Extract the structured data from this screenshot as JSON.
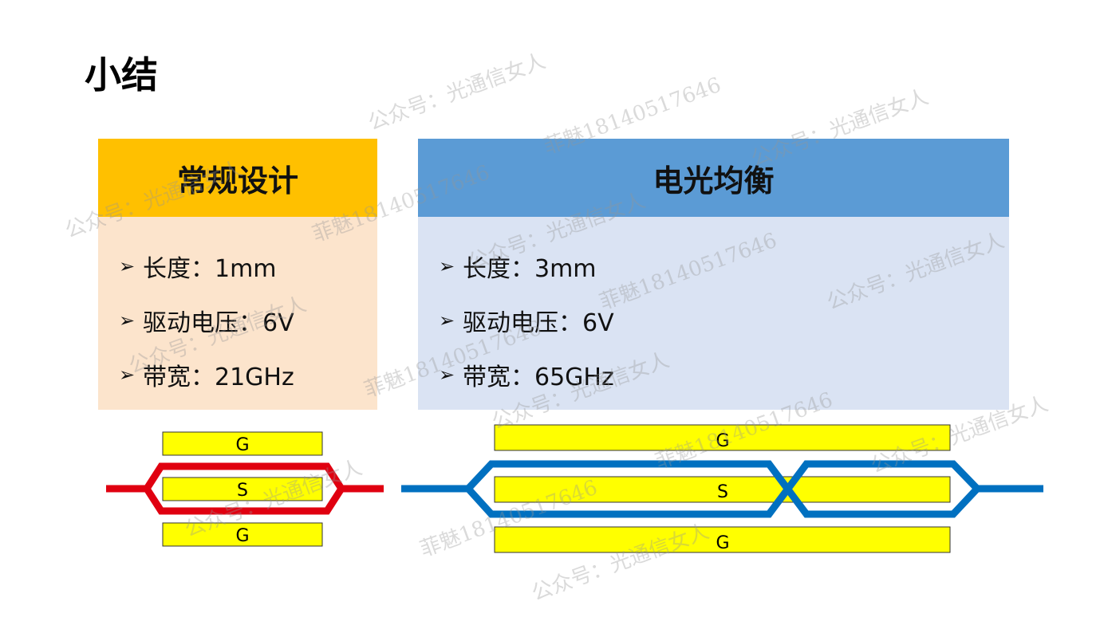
{
  "title": "小结",
  "left": {
    "header": "常规设计",
    "items": [
      "长度：1mm",
      "驱动电压：6V",
      "带宽：21GHz"
    ],
    "header_color": "#FFC000",
    "body_color": "#FCE4CC"
  },
  "right": {
    "header": "电光均衡",
    "items": [
      "长度：3mm",
      "驱动电压：6V",
      "带宽：65GHz"
    ],
    "header_color": "#5B9BD5",
    "body_color": "#DAE3F3"
  },
  "diagram": {
    "ground_label": "G",
    "signal_label": "S",
    "electrode_color": "#FFFF00",
    "left_waveguide_color": "#E00010",
    "right_waveguide_color": "#0070C0"
  },
  "watermarks": [
    "公众号：光通信女人",
    "菲魅18140517646"
  ]
}
